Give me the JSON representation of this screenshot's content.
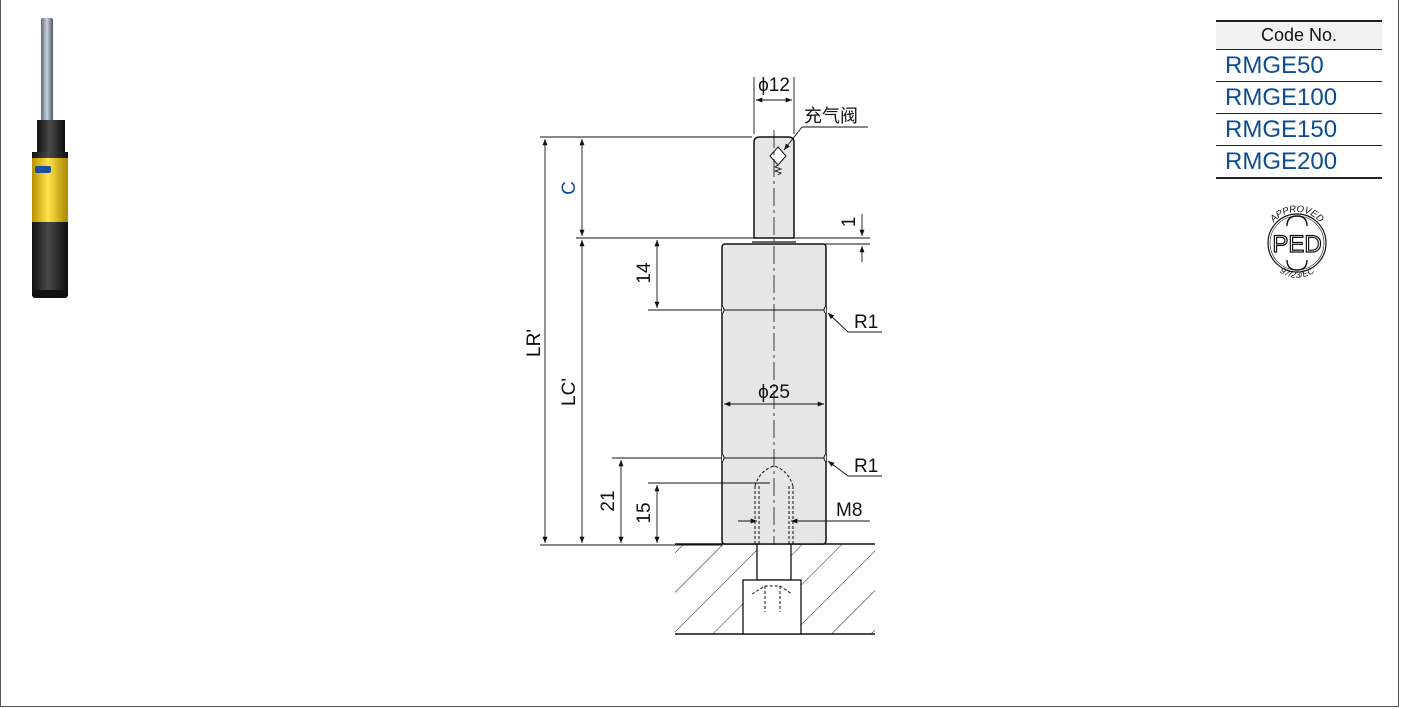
{
  "code_table": {
    "header": "Code No.",
    "codes": [
      "RMGE50",
      "RMGE100",
      "RMGE150",
      "RMGE200"
    ]
  },
  "certification": {
    "top_text": "APPROVED",
    "mark": "PED",
    "bottom_text": "97/23/EC"
  },
  "dimensions": {
    "rod_diameter": "ϕ12",
    "valve_label": "充气阀",
    "c_label": "C",
    "gap_1": "1",
    "dim_14": "14",
    "r1_top": "R1",
    "lr_label": "LR'",
    "lc_label": "LC'",
    "body_diameter": "ϕ25",
    "r1_bottom": "R1",
    "dim_21": "21",
    "dim_15": "15",
    "thread": "M8"
  },
  "colors": {
    "accent_blue": "#0b4e94",
    "body_gray": "#e6e6e6",
    "outline": "#111111"
  }
}
